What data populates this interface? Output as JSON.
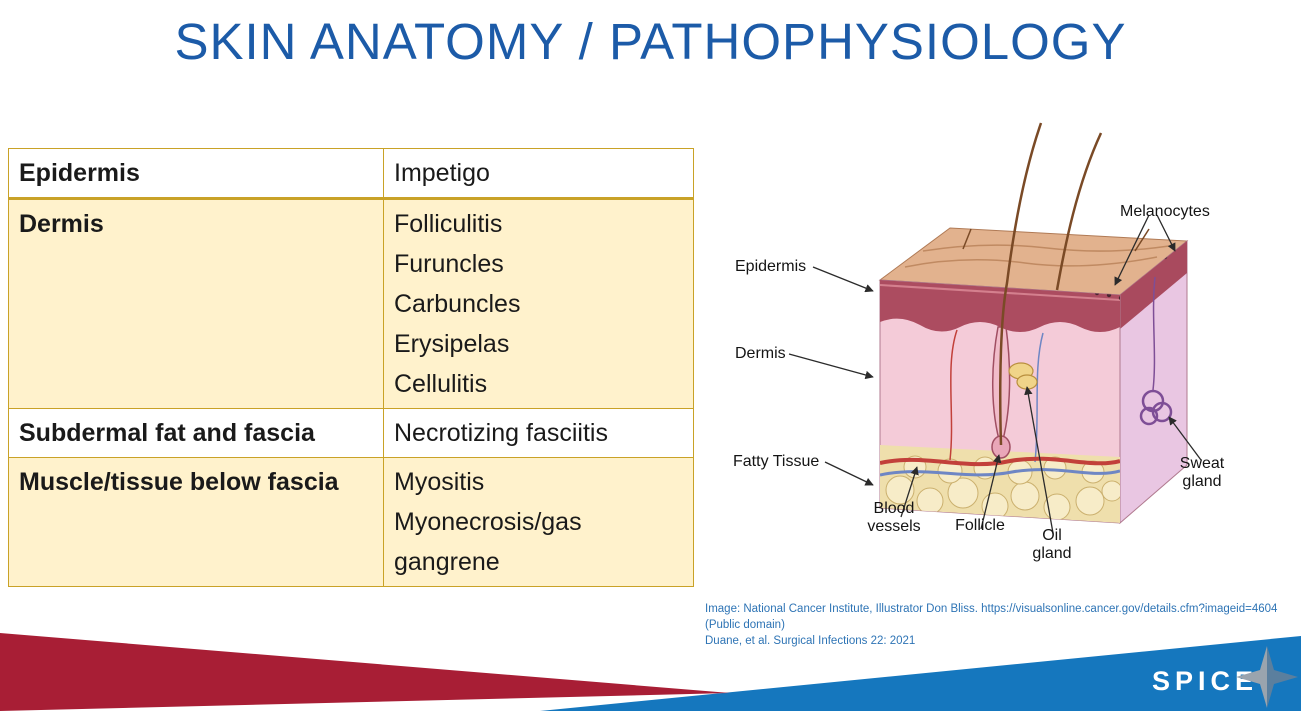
{
  "slide": {
    "title": "SKIN ANATOMY / PATHOPHYSIOLOGY"
  },
  "table": {
    "rows": [
      {
        "layer": "Epidermis",
        "conditions": [
          "Impetigo"
        ]
      },
      {
        "layer": "Dermis",
        "conditions": [
          "Folliculitis",
          "Furuncles",
          "Carbuncles",
          "Erysipelas",
          "Cellulitis"
        ]
      },
      {
        "layer": "Subdermal fat and fascia",
        "conditions": [
          "Necrotizing fasciitis"
        ]
      },
      {
        "layer": "Muscle/tissue below fascia",
        "conditions": [
          "Myositis",
          "Myonecrosis/gas gangrene"
        ]
      }
    ]
  },
  "diagram": {
    "labels": {
      "melanocytes": "Melanocytes",
      "epidermis": "Epidermis",
      "dermis": "Dermis",
      "fatty_tissue": "Fatty Tissue",
      "blood_vessels": "Blood vessels",
      "follicle": "Follicle",
      "oil_gland": "Oil gland",
      "sweat_gland": "Sweat gland"
    }
  },
  "citation": {
    "line1": "Image: National Cancer Institute, Illustrator Don Bliss. https://visualsonline.cancer.gov/details.cfm?imageid=4604 (Public domain)",
    "line2": "Duane, et al. Surgical Infections 22: 2021"
  },
  "footer": {
    "logo_text": "SPICE"
  },
  "colors": {
    "title": "#1C5BA8",
    "table_border": "#C9A227",
    "band_fill": "#FFF2CC",
    "footer_red": "#A81E35",
    "footer_blue": "#1577BE",
    "citation": "#2E74B5"
  }
}
